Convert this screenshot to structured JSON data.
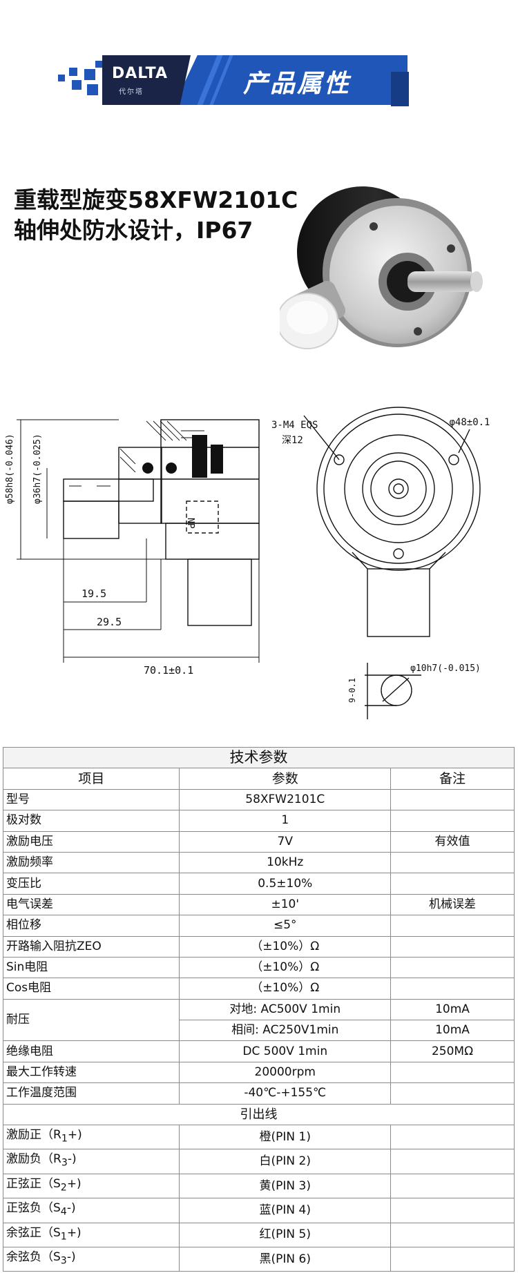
{
  "banner": {
    "logo": "DALTA",
    "logo_sub": "代尔塔",
    "title": "产品属性"
  },
  "product": {
    "line1": "重载型旋变58XFW2101C",
    "line2": "轴伸处防水设计，IP67"
  },
  "drawing": {
    "dim_58": "φ58h8(-0.046)",
    "dim_36": "φ36h7(-0.025)",
    "dim_np": "NP",
    "dim_195": "19.5",
    "dim_295": "29.5",
    "dim_701": "70.1±0.1",
    "holes": "3-M4 EQS",
    "holes_depth": "深12",
    "dim_48": "φ48±0.1",
    "dim_10": "φ10h7(-0.015)",
    "dim_9": "9-0.1"
  },
  "table": {
    "caption": "技术参数",
    "headers": [
      "项目",
      "参数",
      "备注"
    ],
    "rows": [
      {
        "name": "型号",
        "value": "58XFW2101C",
        "note": ""
      },
      {
        "name": "极对数",
        "value": "1",
        "note": ""
      },
      {
        "name": "激励电压",
        "value": "7V",
        "note": "有效值"
      },
      {
        "name": "激励频率",
        "value": "10kHz",
        "note": ""
      },
      {
        "name": "变压比",
        "value": "0.5±10%",
        "note": ""
      },
      {
        "name": "电气误差",
        "value": "±10'",
        "note": "机械误差"
      },
      {
        "name": "相位移",
        "value": "≤5°",
        "note": ""
      },
      {
        "name": "开路输入阻抗ZEO",
        "value": "（±10%）Ω",
        "note": ""
      },
      {
        "name": "Sin电阻",
        "value": "（±10%）Ω",
        "note": ""
      },
      {
        "name": "Cos电阻",
        "value": "（±10%）Ω",
        "note": ""
      }
    ],
    "withstand": {
      "name": "耐压",
      "row1_value": "对地: AC500V 1min",
      "row1_note": "10mA",
      "row2_value": "相间: AC250V1min",
      "row2_note": "10mA"
    },
    "rows2": [
      {
        "name": "绝缘电阻",
        "value": "DC 500V 1min",
        "note": "250MΩ"
      },
      {
        "name": "最大工作转速",
        "value": "20000rpm",
        "note": ""
      },
      {
        "name": "工作温度范围",
        "value": "-40℃-+155℃",
        "note": ""
      }
    ],
    "leads_caption": "引出线",
    "leads": [
      {
        "name_pre": "激励正（R",
        "sub": "1",
        "name_post": "+)",
        "value": "橙(PIN 1)"
      },
      {
        "name_pre": "激励负（R",
        "sub": "3",
        "name_post": "-)",
        "value": "白(PIN 2)"
      },
      {
        "name_pre": "正弦正（S",
        "sub": "2",
        "name_post": "+)",
        "value": "黄(PIN 3)"
      },
      {
        "name_pre": "正弦负（S",
        "sub": "4",
        "name_post": "-)",
        "value": "蓝(PIN 4)"
      },
      {
        "name_pre": "余弦正（S",
        "sub": "1",
        "name_post": "+)",
        "value": "红(PIN 5)"
      },
      {
        "name_pre": "余弦负（S",
        "sub": "3",
        "name_post": "-)",
        "value": "黑(PIN 6)"
      }
    ]
  }
}
